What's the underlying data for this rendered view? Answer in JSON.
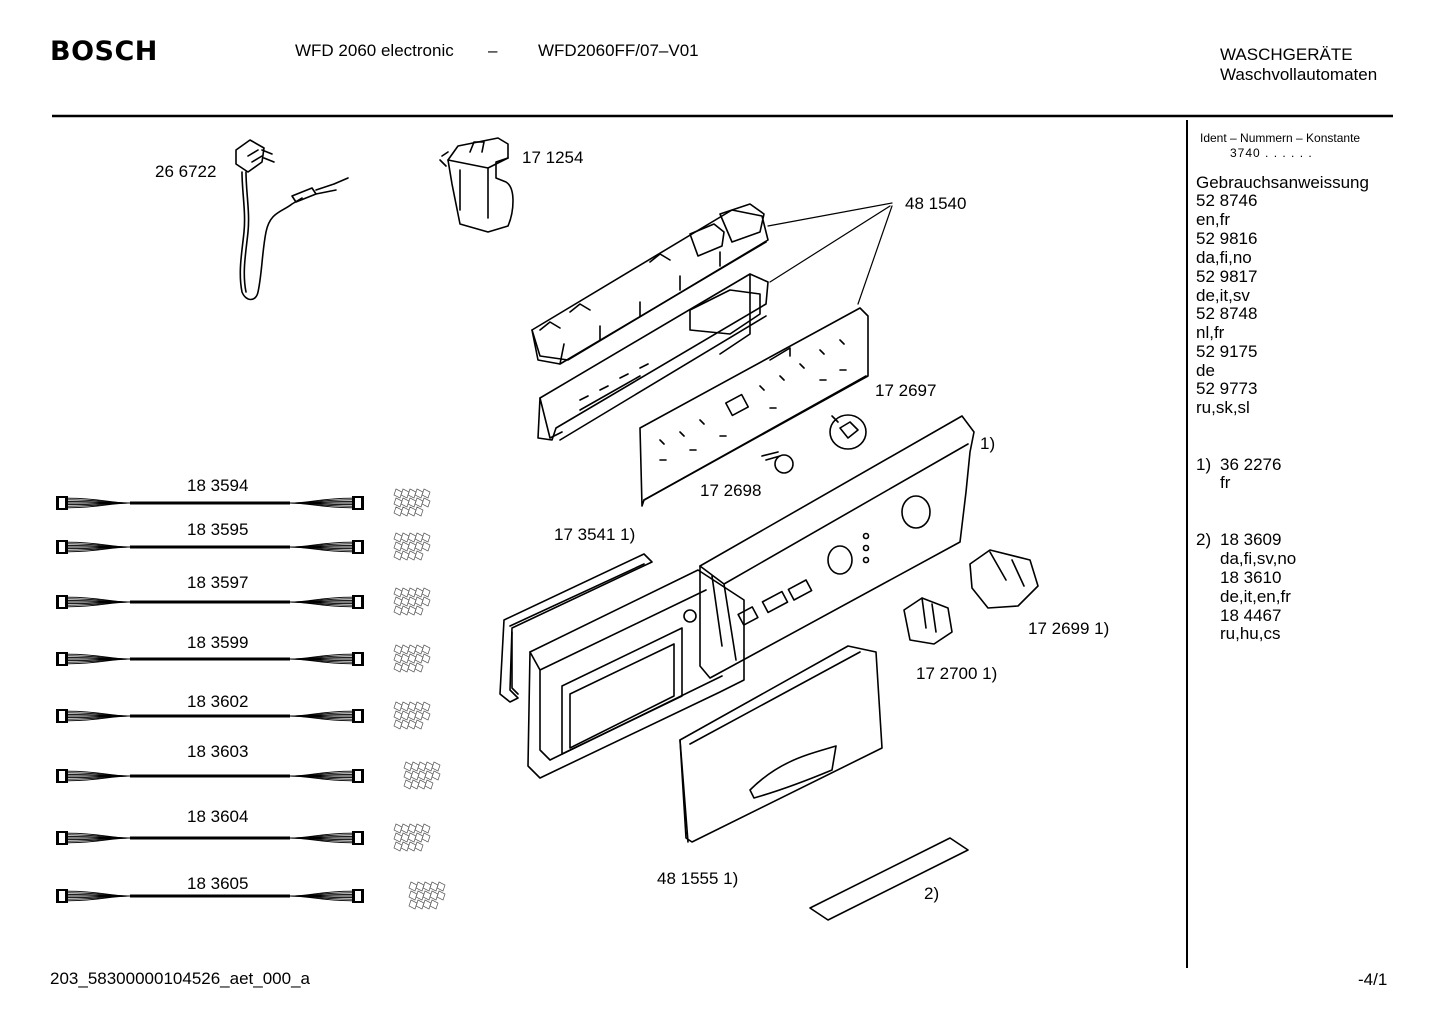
{
  "header": {
    "brand": "BOSCH",
    "model": "WFD 2060 electronic",
    "dash": "–",
    "code": "WFD2060FF/07–V01",
    "category": "WASCHGERÄTE",
    "subcategory": "Waschvollautomaten"
  },
  "sidebar": {
    "ident_title": "Ident – Nummern – Konstante",
    "ident_value": "3740 . . . . . .",
    "manual_title": "Gebrauchsanweissung",
    "manuals": [
      {
        "number": "52 8746",
        "langs": "en,fr"
      },
      {
        "number": "52 9816",
        "langs": "da,fi,no"
      },
      {
        "number": "52 9817",
        "langs": "de,it,sv"
      },
      {
        "number": "52 8748",
        "langs": "nl,fr"
      },
      {
        "number": "52 9175",
        "langs": "de"
      },
      {
        "number": "52 9773",
        "langs": "ru,sk,sl"
      }
    ],
    "note1": {
      "marker": "1)",
      "number": "36 2276",
      "langs": "fr"
    },
    "note2": {
      "marker": "2)",
      "lines": [
        "18 3609",
        "da,fi,sv,no",
        "18 3610",
        "de,it,en,fr",
        "18 4467",
        "ru,hu,cs"
      ]
    }
  },
  "parts": {
    "power_cord": "26 6722",
    "filter": "17 1254",
    "module": "48 1540",
    "knob_small": "17 2697",
    "shaft": "17 2698",
    "panel_marker": "1)",
    "seal": "17 3541 1)",
    "knob_large": "17 2699 1)",
    "knob_medium": "17 2700 1)",
    "drawer": "48 1555 1)",
    "strip_marker": "2)"
  },
  "harnesses": [
    "18 3594",
    "18 3595",
    "18 3597",
    "18 3599",
    "18 3602",
    "18 3603",
    "18 3604",
    "18 3605"
  ],
  "footer": {
    "doc_id": "203_58300000104526_aet_000_a",
    "page": "-4/1"
  }
}
